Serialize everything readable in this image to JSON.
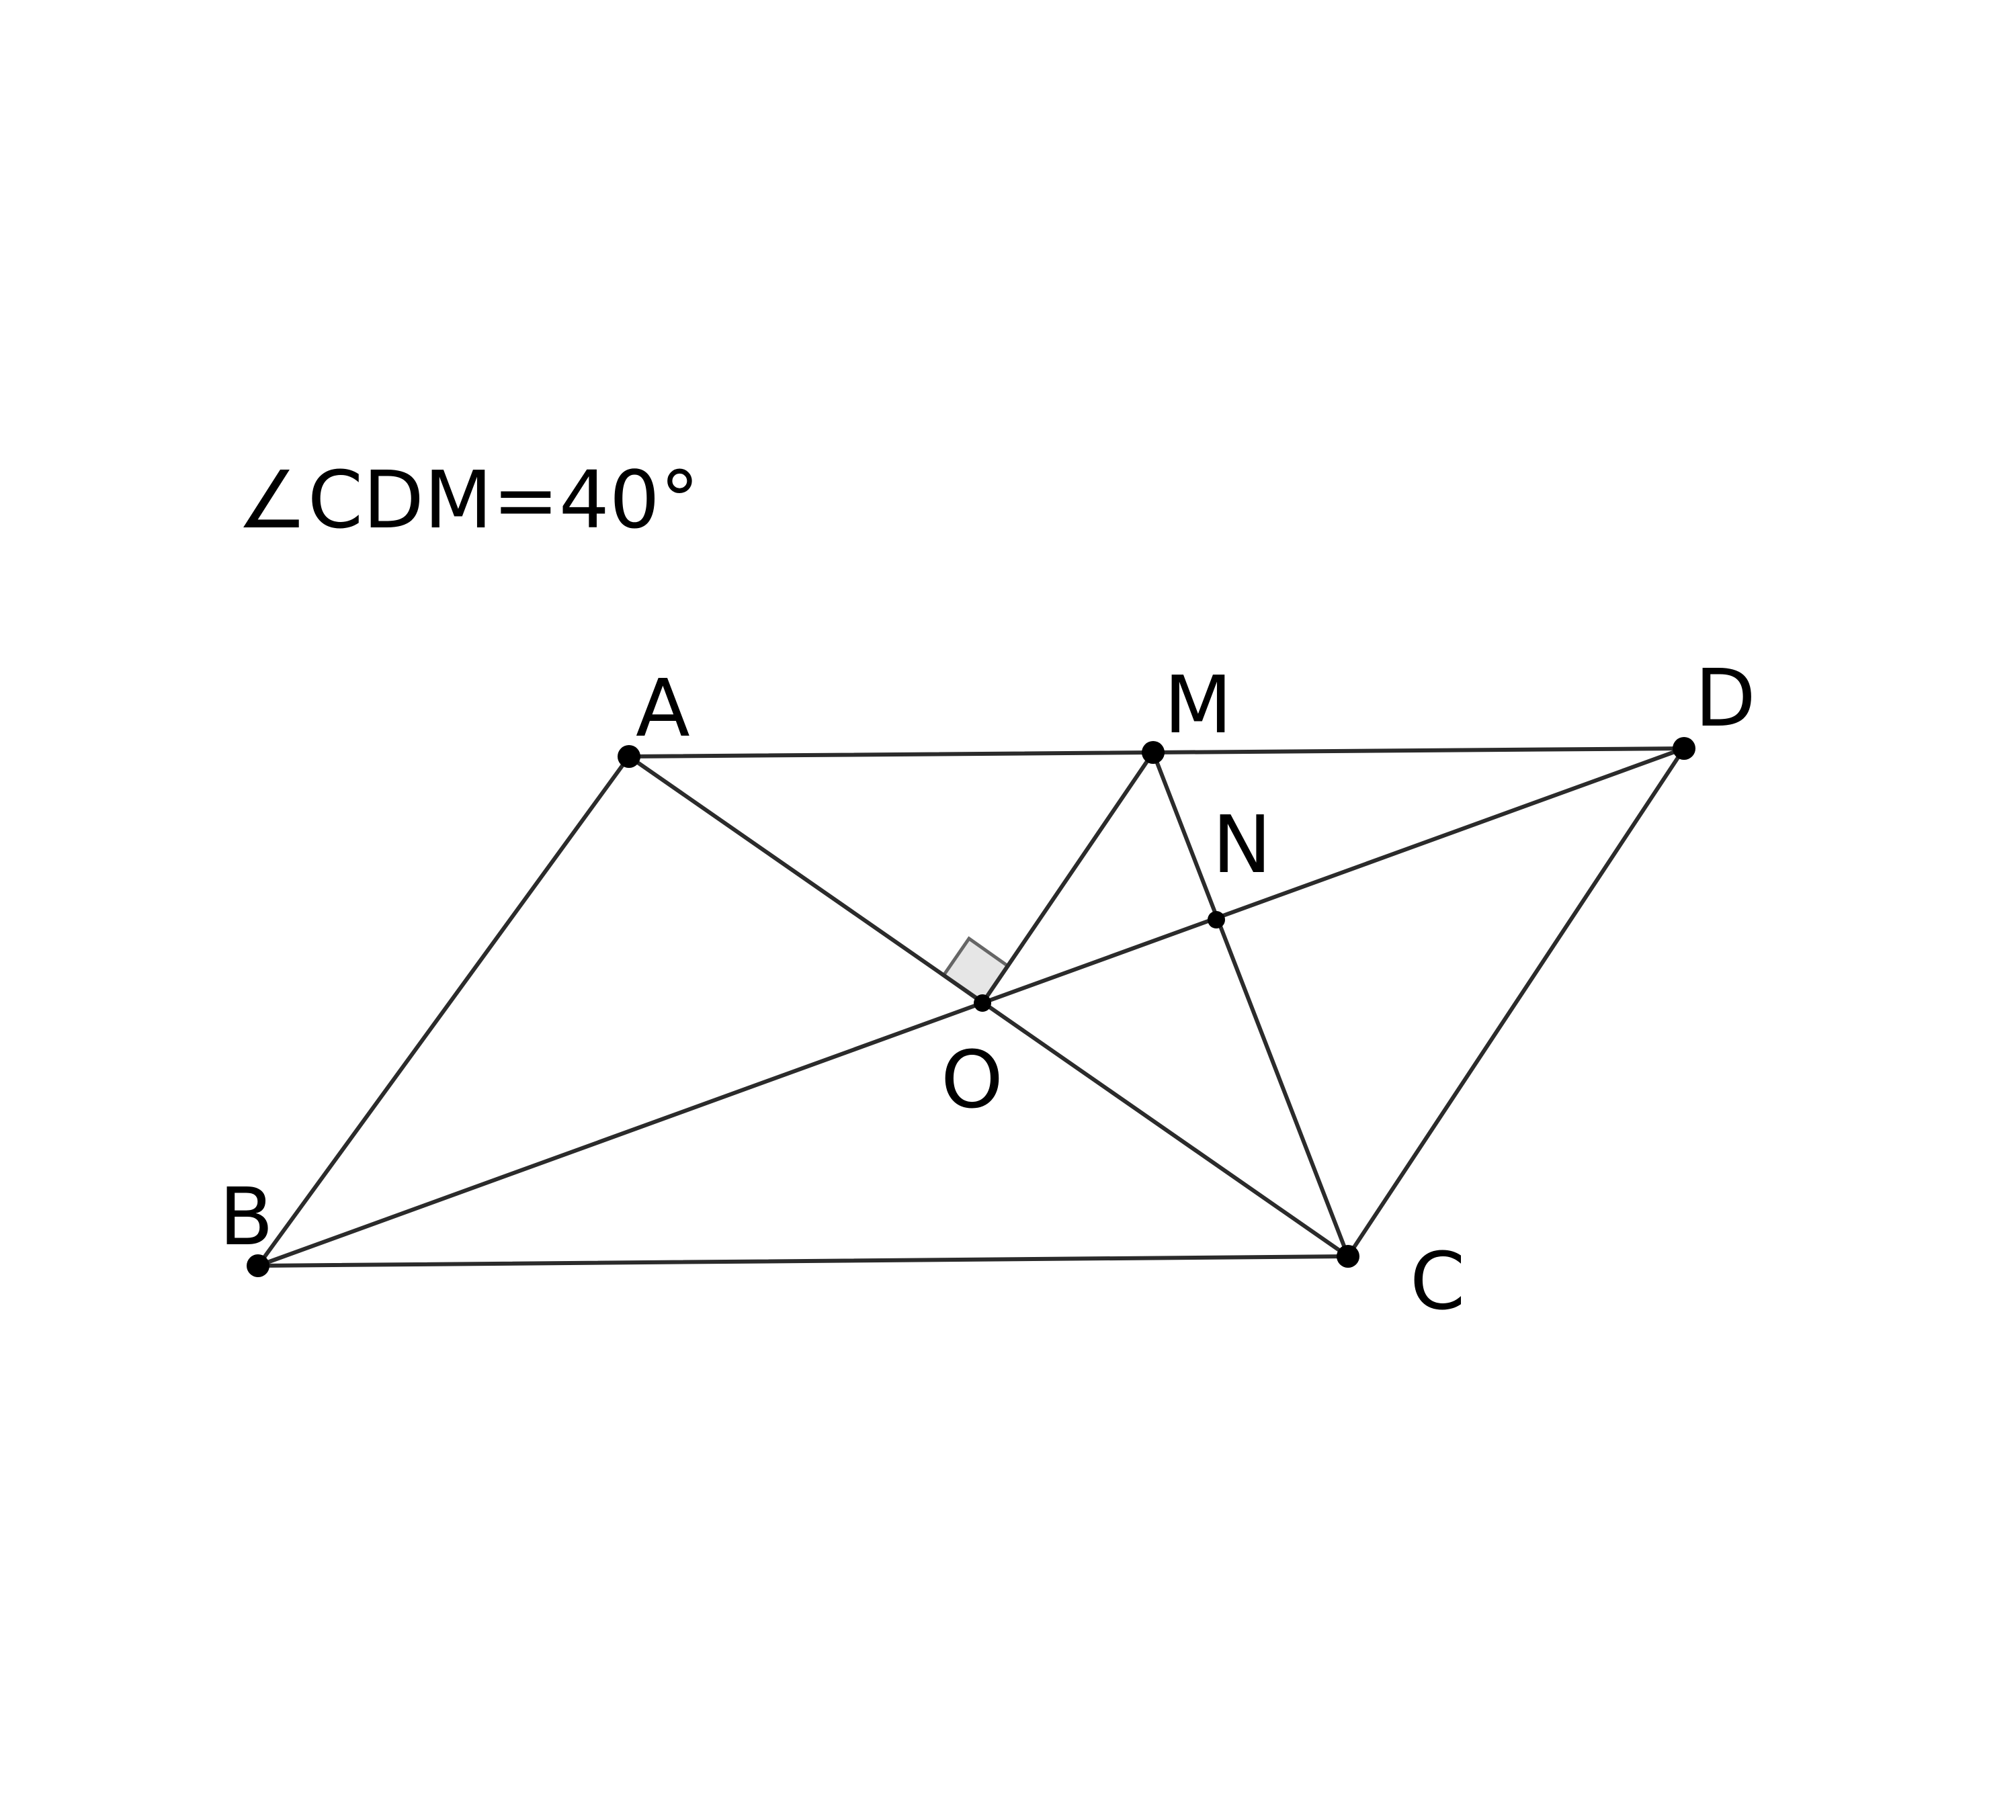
{
  "caption": "∠CDM=40°",
  "points": {
    "A": "A",
    "B": "B",
    "C": "C",
    "D": "D",
    "M": "M",
    "N": "N",
    "O": "O"
  },
  "colors": {
    "line": "#2b2b2b",
    "point": "#000000",
    "right_angle_fill": "#e6e6e6",
    "right_angle_stroke": "#666666"
  }
}
